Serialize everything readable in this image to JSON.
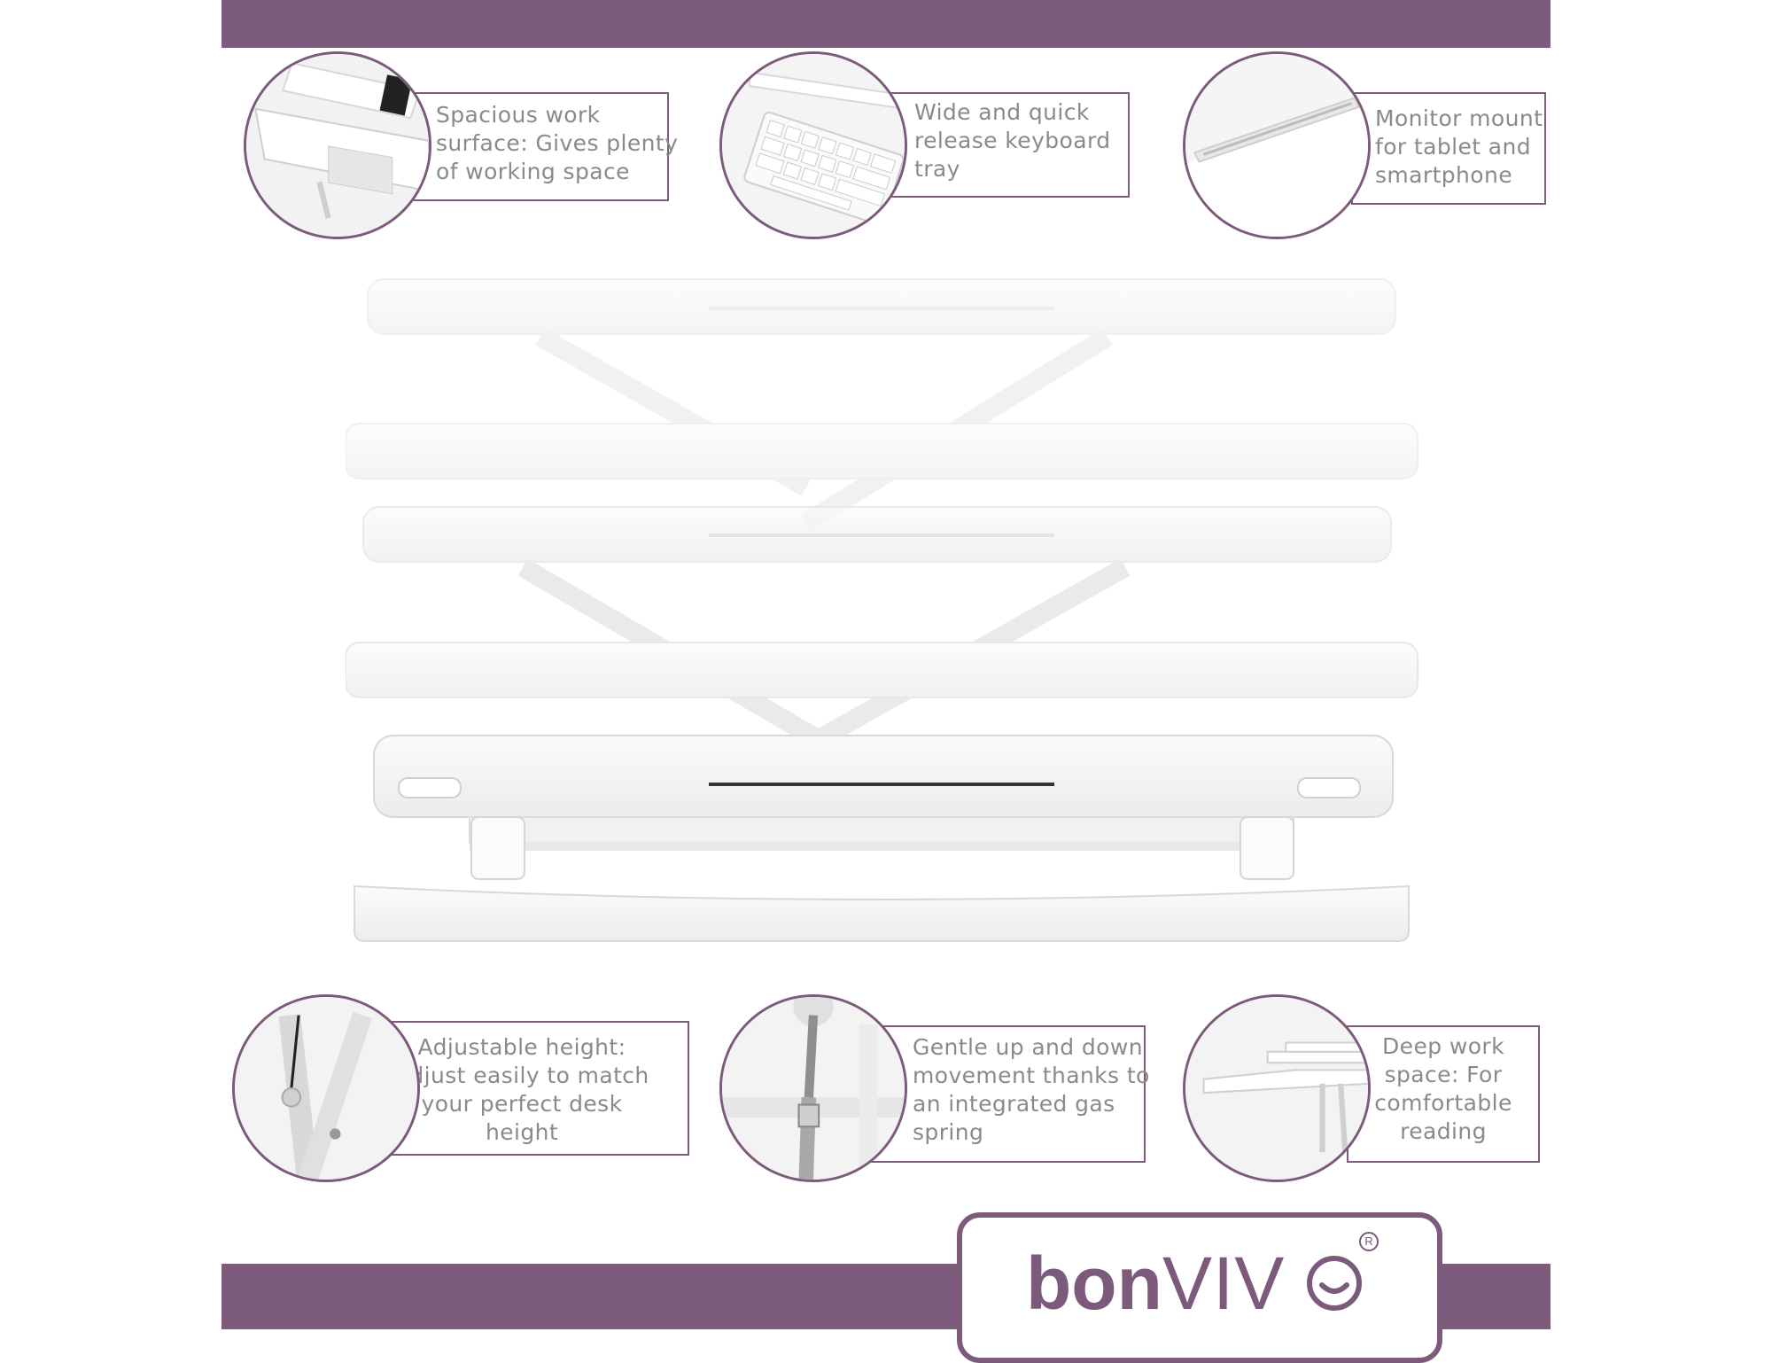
{
  "brand": {
    "name_part_1": "bon",
    "name_part_2": "VIV",
    "registered_mark": "R",
    "color_primary": "#7b5a7b",
    "color_text": "#8a8a8a"
  },
  "features": [
    {
      "id": "spacious-work-surface",
      "lines": [
        "Spacious work",
        "surface: Gives plenty",
        "of working space"
      ],
      "icon": "desk-keyboard-icon"
    },
    {
      "id": "keyboard-tray",
      "lines": [
        "Wide and quick",
        "release keyboard",
        "tray"
      ],
      "icon": "keyboard-icon"
    },
    {
      "id": "monitor-mount",
      "lines": [
        "Monitor mount",
        "for tablet and",
        "smartphone"
      ],
      "icon": "tablet-slot-icon"
    },
    {
      "id": "adjustable-height",
      "lines": [
        "Adjustable height:",
        "Adjust easily to match",
        "your perfect desk",
        "height"
      ],
      "icon": "scissor-frame-icon"
    },
    {
      "id": "gas-spring",
      "lines": [
        "Gentle up and down",
        "movement thanks to",
        "an integrated gas",
        "spring"
      ],
      "icon": "gas-spring-icon"
    },
    {
      "id": "deep-work-space",
      "lines": [
        "Deep work",
        "space: For",
        "comfortable",
        "reading"
      ],
      "icon": "side-view-desk-icon"
    }
  ]
}
